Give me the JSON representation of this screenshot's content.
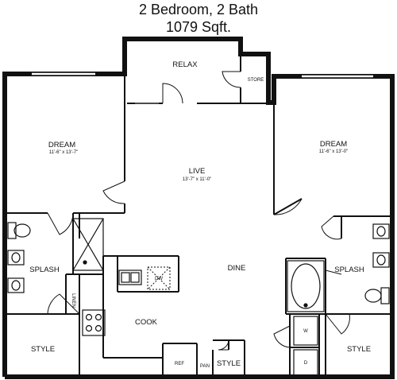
{
  "header": {
    "title": "2 Bedroom, 2 Bath",
    "area": "1079 Sqft."
  },
  "rooms": {
    "relax": "RELAX",
    "store": "STORE",
    "dream_left": "DREAM",
    "dream_left_dim": "11'-6\" x 13'-7\"",
    "dream_right": "DREAM",
    "dream_right_dim": "11'-6\" x 13'-0\"",
    "live": "LIVE",
    "live_dim": "13'-7\" x 11'-0\"",
    "dine": "DINE",
    "cook": "COOK",
    "splash_left": "SPLASH",
    "splash_right": "SPLASH",
    "linen": "LINEN",
    "style_left": "STYLE",
    "style_right": "STYLE",
    "style_center": "STYLE",
    "ref": "REF",
    "pan": "PAN",
    "dw": "DW",
    "washer": "W",
    "dryer": "D"
  },
  "colors": {
    "wall": "#111111",
    "background": "#ffffff"
  }
}
